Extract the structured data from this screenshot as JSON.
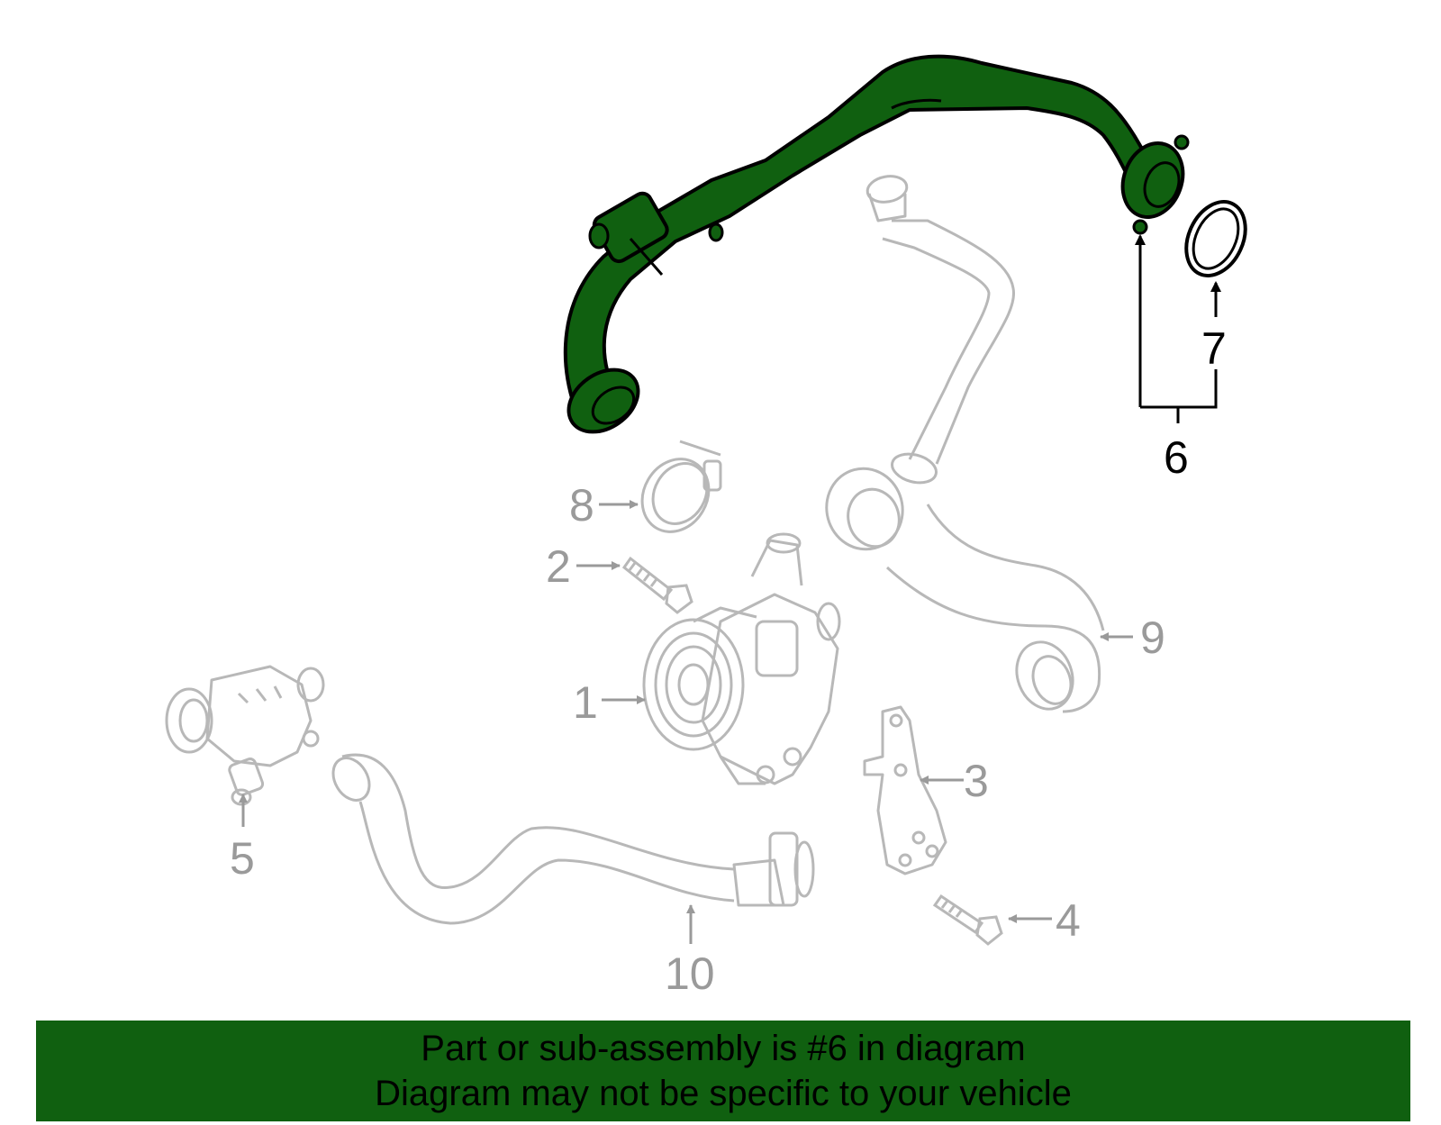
{
  "colors": {
    "highlight_fill": "#106010",
    "highlight_stroke": "#000000",
    "other_parts_stroke": "#b8b8b8",
    "other_labels": "#9a9a9a",
    "highlight_labels": "#000000",
    "banner_background": "#106010"
  },
  "callouts": {
    "c1": "1",
    "c2": "2",
    "c3": "3",
    "c4": "4",
    "c5": "5",
    "c6": "6",
    "c7": "7",
    "c8": "8",
    "c9": "9",
    "c10": "10"
  },
  "banner": {
    "line1": "Part or sub-assembly is #6 in diagram",
    "line2": "Diagram may not be specific to your vehicle"
  }
}
